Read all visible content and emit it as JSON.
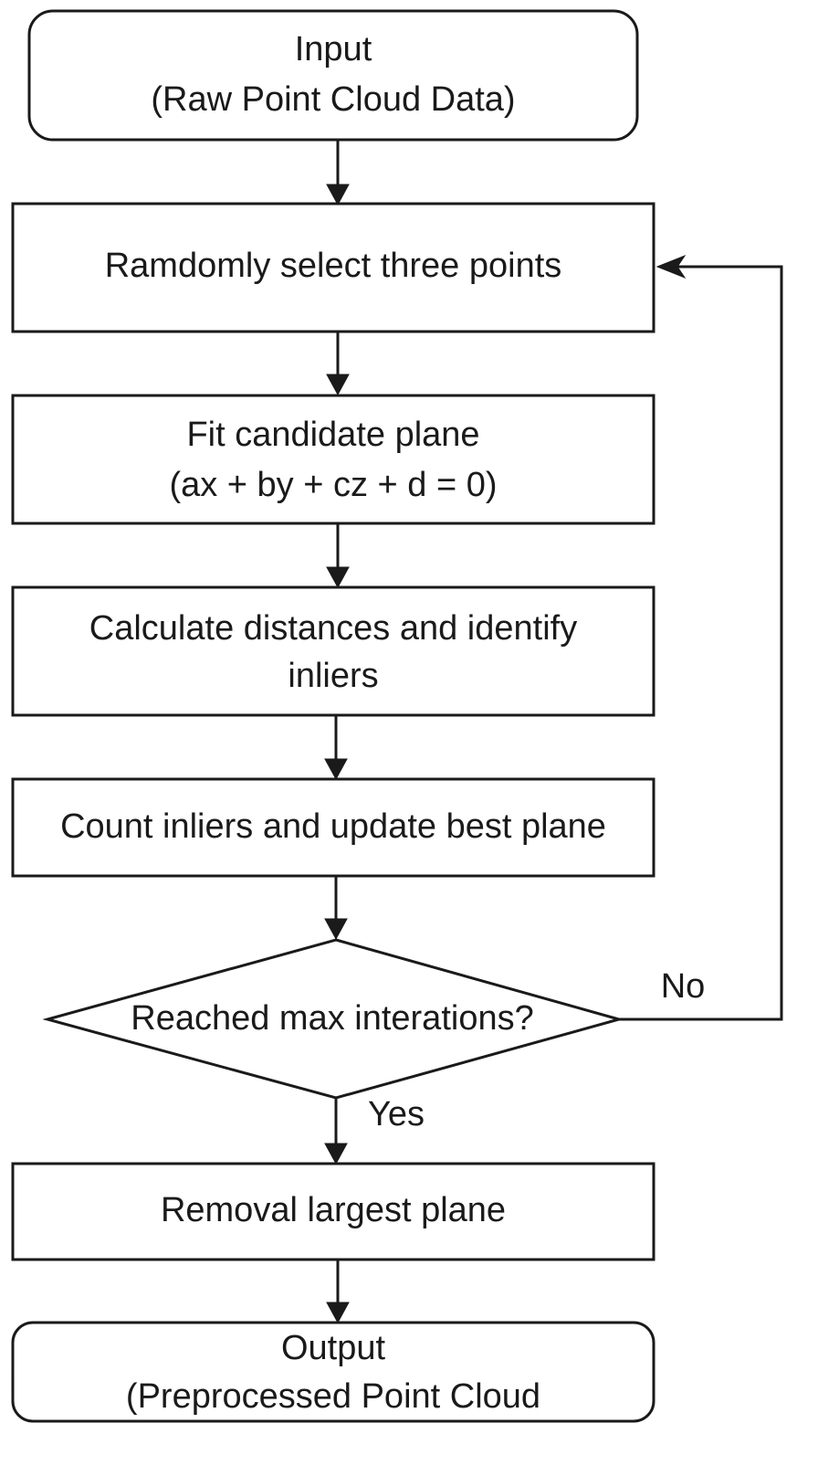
{
  "flowchart": {
    "nodes": {
      "input": {
        "lines": [
          "Input",
          "(Raw Point Cloud Data)"
        ]
      },
      "select": {
        "lines": [
          "Ramdomly select three points"
        ]
      },
      "fit": {
        "lines": [
          "Fit candidate plane",
          "(ax + by + cz + d = 0)"
        ]
      },
      "distances": {
        "lines": [
          "Calculate distances and identify",
          "inliers"
        ]
      },
      "count": {
        "lines": [
          "Count inliers and update best plane"
        ]
      },
      "decision": {
        "lines": [
          "Reached max interations?"
        ]
      },
      "removal": {
        "lines": [
          "Removal largest plane"
        ]
      },
      "output": {
        "lines": [
          "Output",
          "(Preprocessed Point Cloud"
        ]
      }
    },
    "edges": {
      "no_label": "No",
      "yes_label": "Yes"
    },
    "colors": {
      "stroke": "#1a1a1a",
      "fill": "#ffffff",
      "text": "#1a1a1a"
    }
  }
}
